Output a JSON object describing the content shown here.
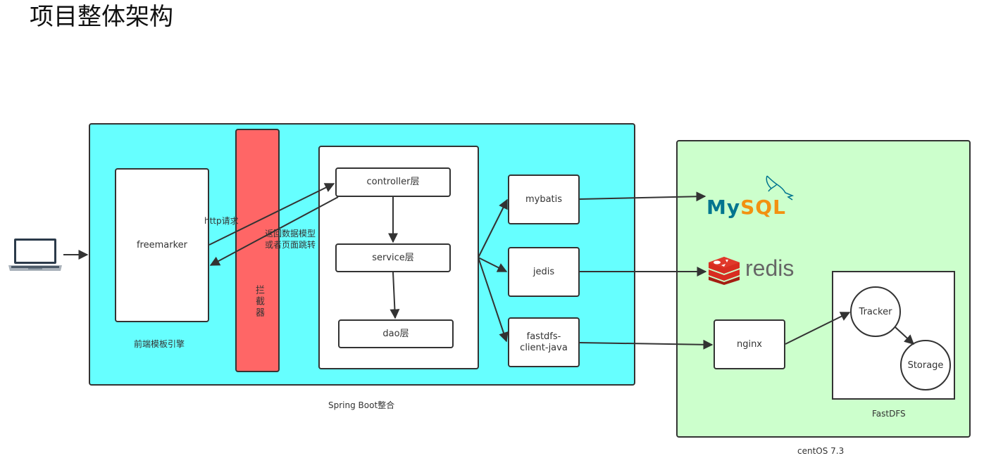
{
  "title": "项目整体架构",
  "client": {
    "icon": "laptop-icon"
  },
  "spring_boot": {
    "label": "Spring Boot整合",
    "color": "#66ffff",
    "frontend": {
      "node": "freemarker",
      "caption": "前端模板引擎"
    },
    "interceptor": {
      "label": "拦截器",
      "color": "#ff6666"
    },
    "layers": [
      {
        "label": "controller层"
      },
      {
        "label": "service层"
      },
      {
        "label": "dao层"
      }
    ],
    "edge_labels": {
      "request": "http请求",
      "response_line1": "返回数据模型",
      "response_line2": "或者页面跳转"
    },
    "clients": [
      {
        "label": "mybatis"
      },
      {
        "label": "jedis"
      },
      {
        "label": "fastdfs-\nclient-java"
      }
    ]
  },
  "centos": {
    "label": "centOS 7.3",
    "color": "#ccffcc",
    "mysql": {
      "text_my": "My",
      "text_sql": "SQL",
      "my_color": "#00758f",
      "sql_color": "#f29111"
    },
    "redis": {
      "text": "redis",
      "color": "#d82c20"
    },
    "nginx": "nginx",
    "fastdfs": {
      "label": "FastDFS",
      "tracker": "Tracker",
      "storage": "Storage"
    }
  }
}
